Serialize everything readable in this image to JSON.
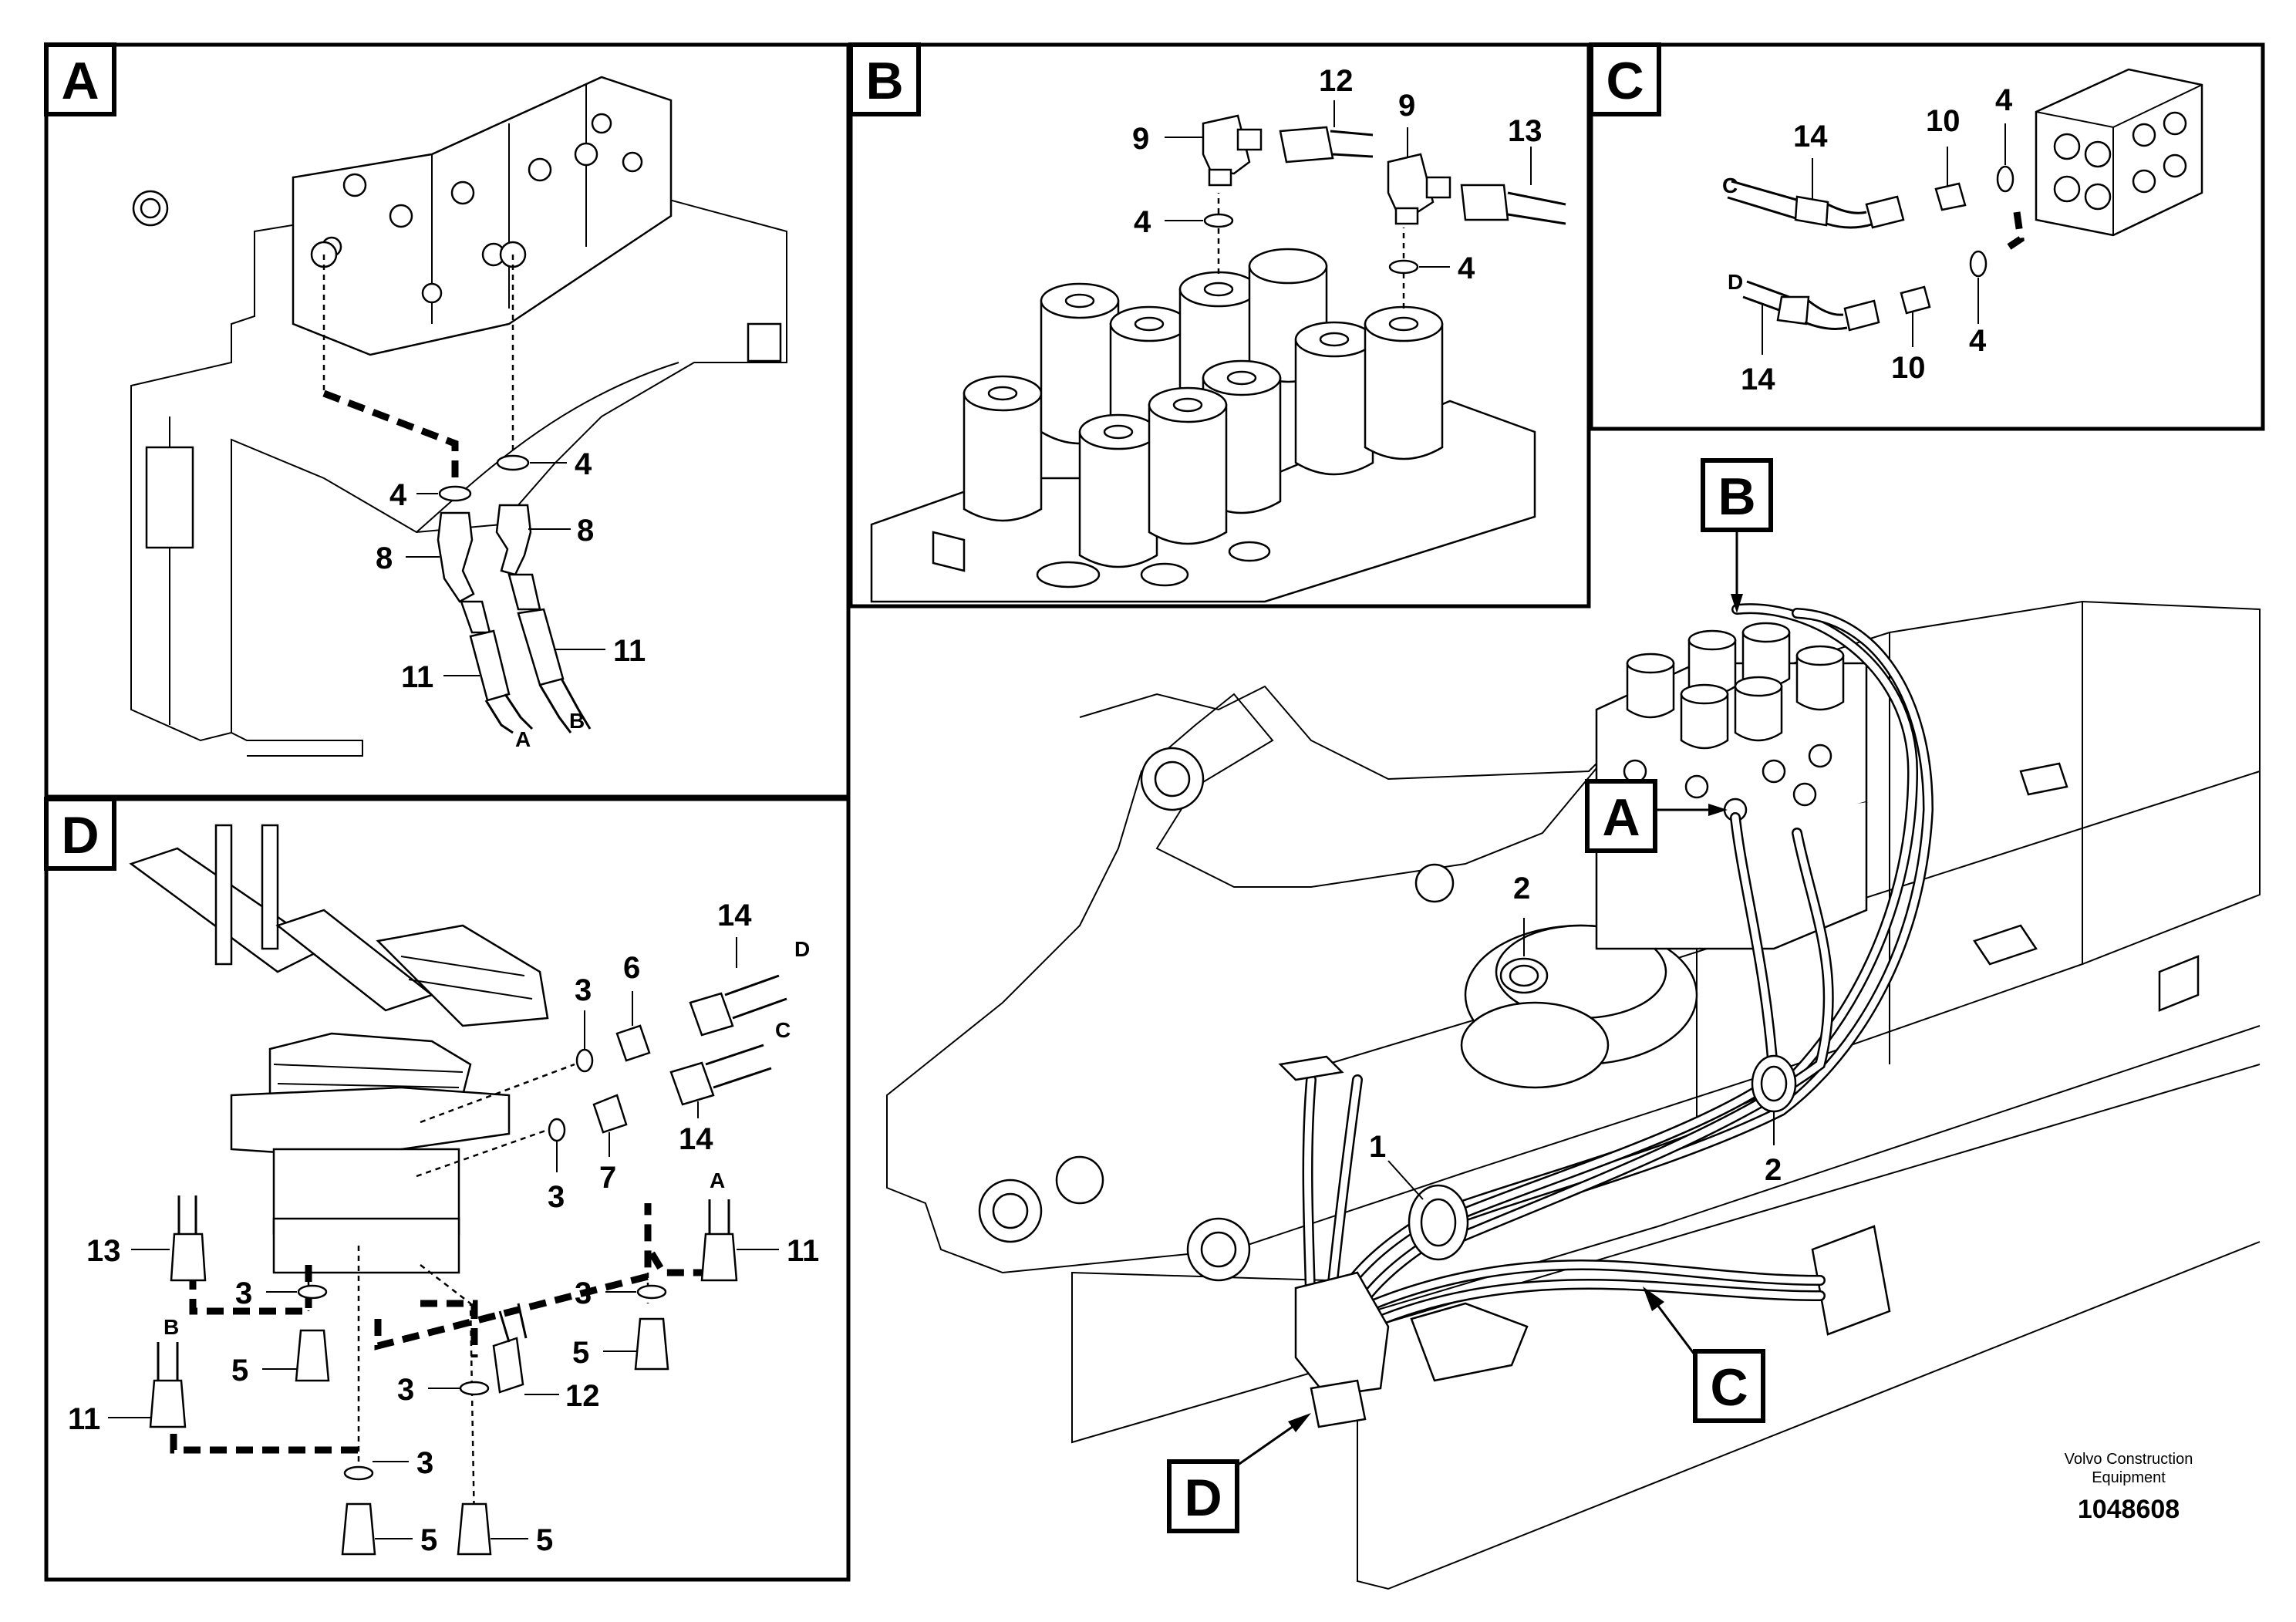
{
  "diagram": {
    "views": [
      {
        "id": "A",
        "title": "A",
        "callouts": [
          "4",
          "4",
          "8",
          "8",
          "11",
          "11"
        ],
        "hose_ends": [
          "A",
          "B"
        ]
      },
      {
        "id": "B",
        "title": "B",
        "callouts": [
          "12",
          "9",
          "9",
          "13",
          "4",
          "4"
        ]
      },
      {
        "id": "C",
        "title": "C",
        "callouts": [
          "14",
          "10",
          "4",
          "14",
          "10",
          "4"
        ],
        "hose_ends": [
          "C",
          "D"
        ]
      },
      {
        "id": "D",
        "title": "D",
        "callouts": [
          "14",
          "6",
          "3",
          "3",
          "7",
          "14",
          "13",
          "11",
          "3",
          "3",
          "5",
          "5",
          "11",
          "3",
          "12",
          "3",
          "5",
          "5"
        ],
        "hose_ends": [
          "D",
          "C",
          "A",
          "B"
        ]
      },
      {
        "id": "main",
        "title": "",
        "callouts": [
          "2",
          "1",
          "2"
        ],
        "tags": [
          "B",
          "A",
          "C",
          "D"
        ]
      }
    ],
    "footer": {
      "organization": "Volvo Construction Equipment",
      "document_number": "1048608"
    }
  }
}
